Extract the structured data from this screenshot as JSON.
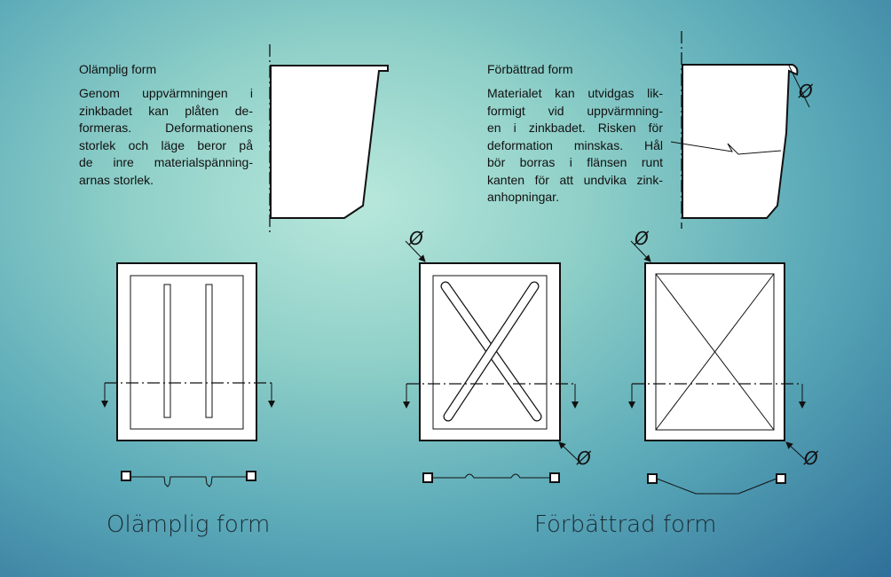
{
  "left": {
    "heading": "Olämplig form",
    "lines": [
      "Genom uppvärmningen i",
      "zinkbadet kan plåten de-",
      "formeras. Deformationens",
      "storlek och läge beror på",
      "de inre materialspänning-",
      "arnas storlek."
    ],
    "caption": "Olämplig form"
  },
  "right": {
    "heading": "Förbättrad form",
    "lines": [
      "Materialet kan utvidgas lik-",
      "formigt vid uppvärmning-",
      "en i zinkbadet. Risken för",
      "deformation minskas. Hål",
      "bör borras i flänsen runt",
      "kanten för att undvika zink-",
      "anhopningar."
    ],
    "caption": "Förbättrad form"
  },
  "symbols": {
    "diameter": "Ø"
  }
}
